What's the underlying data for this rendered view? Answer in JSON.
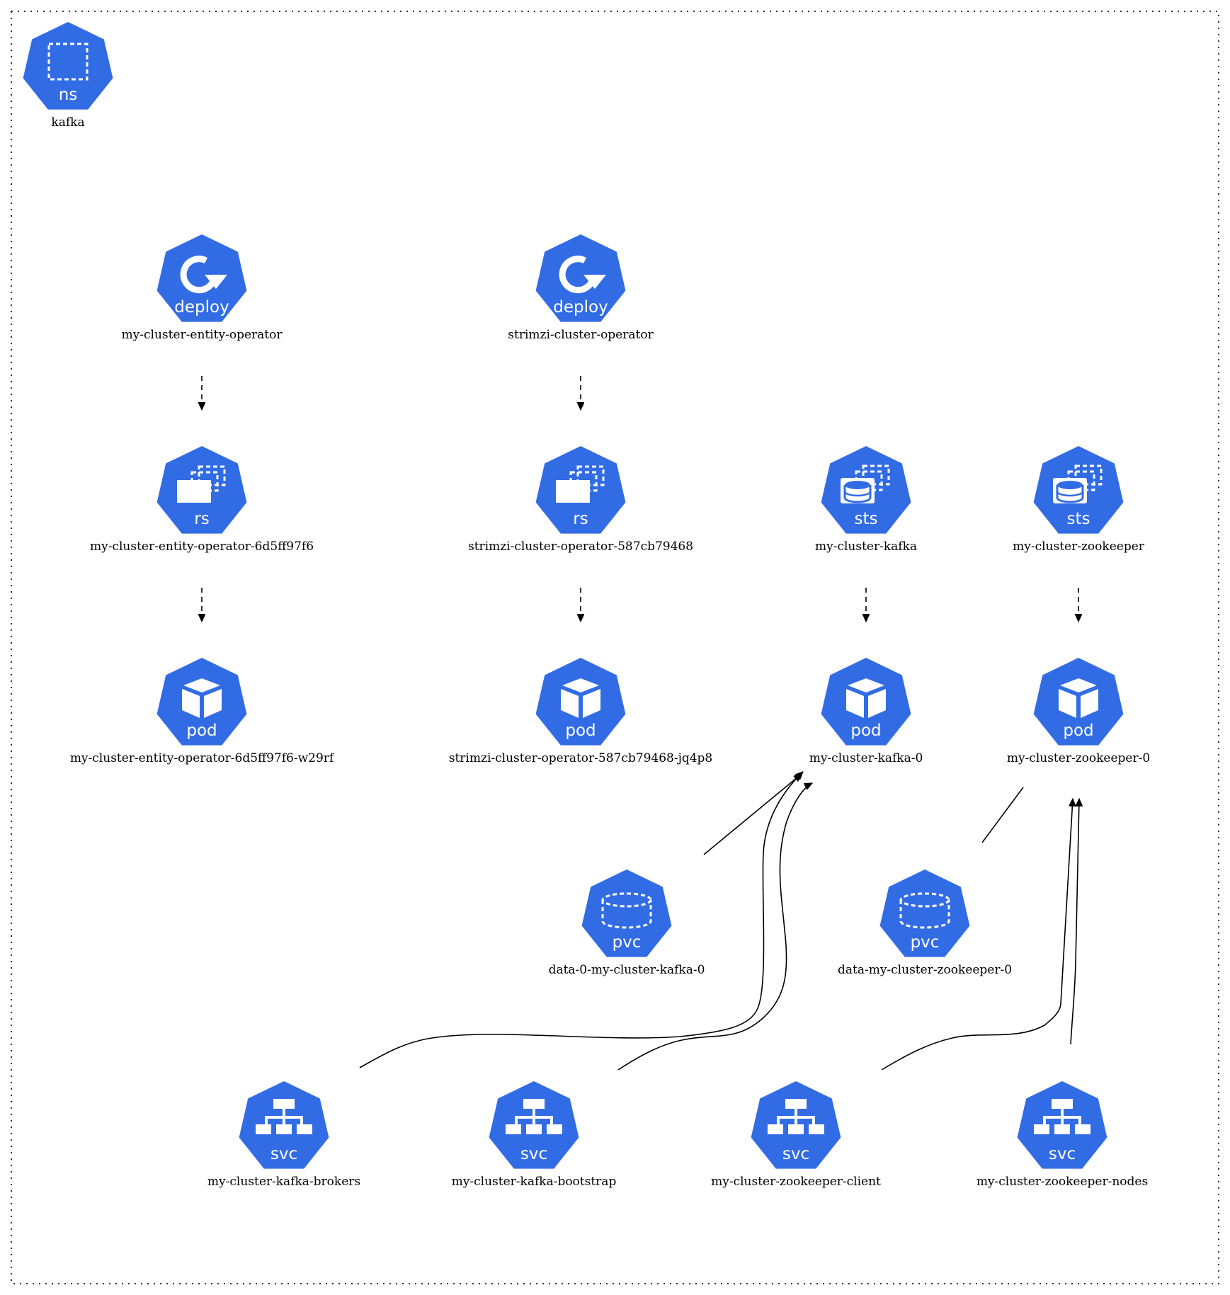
{
  "namespace": {
    "kind": "ns",
    "name": "kafka"
  },
  "nodes": [
    {
      "id": "deploy-entity",
      "kind": "deploy",
      "icon": "deploy-icon",
      "name": "my-cluster-entity-operator"
    },
    {
      "id": "deploy-strimzi",
      "kind": "deploy",
      "icon": "deploy-icon",
      "name": "strimzi-cluster-operator"
    },
    {
      "id": "rs-entity",
      "kind": "rs",
      "icon": "replicaset-icon",
      "name": "my-cluster-entity-operator-6d5ff97f6"
    },
    {
      "id": "rs-strimzi",
      "kind": "rs",
      "icon": "replicaset-icon",
      "name": "strimzi-cluster-operator-587cb79468"
    },
    {
      "id": "sts-kafka",
      "kind": "sts",
      "icon": "statefulset-icon",
      "name": "my-cluster-kafka"
    },
    {
      "id": "sts-zk",
      "kind": "sts",
      "icon": "statefulset-icon",
      "name": "my-cluster-zookeeper"
    },
    {
      "id": "pod-entity",
      "kind": "pod",
      "icon": "pod-icon",
      "name": "my-cluster-entity-operator-6d5ff97f6-w29rf"
    },
    {
      "id": "pod-strimzi",
      "kind": "pod",
      "icon": "pod-icon",
      "name": "strimzi-cluster-operator-587cb79468-jq4p8"
    },
    {
      "id": "pod-kafka",
      "kind": "pod",
      "icon": "pod-icon",
      "name": "my-cluster-kafka-0"
    },
    {
      "id": "pod-zk",
      "kind": "pod",
      "icon": "pod-icon",
      "name": "my-cluster-zookeeper-0"
    },
    {
      "id": "pvc-kafka",
      "kind": "pvc",
      "icon": "pvc-icon",
      "name": "data-0-my-cluster-kafka-0"
    },
    {
      "id": "pvc-zk",
      "kind": "pvc",
      "icon": "pvc-icon",
      "name": "data-my-cluster-zookeeper-0"
    },
    {
      "id": "svc-brokers",
      "kind": "svc",
      "icon": "service-icon",
      "name": "my-cluster-kafka-brokers"
    },
    {
      "id": "svc-bootstrap",
      "kind": "svc",
      "icon": "service-icon",
      "name": "my-cluster-kafka-bootstrap"
    },
    {
      "id": "svc-zk-client",
      "kind": "svc",
      "icon": "service-icon",
      "name": "my-cluster-zookeeper-client"
    },
    {
      "id": "svc-zk-nodes",
      "kind": "svc",
      "icon": "service-icon",
      "name": "my-cluster-zookeeper-nodes"
    }
  ],
  "edges": [
    {
      "from": "deploy-entity",
      "to": "rs-entity",
      "style": "dashed"
    },
    {
      "from": "deploy-strimzi",
      "to": "rs-strimzi",
      "style": "dashed"
    },
    {
      "from": "rs-entity",
      "to": "pod-entity",
      "style": "dashed"
    },
    {
      "from": "rs-strimzi",
      "to": "pod-strimzi",
      "style": "dashed"
    },
    {
      "from": "sts-kafka",
      "to": "pod-kafka",
      "style": "dashed"
    },
    {
      "from": "sts-zk",
      "to": "pod-zk",
      "style": "dashed"
    },
    {
      "from": "pvc-kafka",
      "to": "pod-kafka",
      "style": "solid"
    },
    {
      "from": "pvc-zk",
      "to": "pod-zk",
      "style": "solid"
    },
    {
      "from": "svc-brokers",
      "to": "pod-kafka",
      "style": "solid"
    },
    {
      "from": "svc-bootstrap",
      "to": "pod-kafka",
      "style": "solid"
    },
    {
      "from": "svc-zk-client",
      "to": "pod-zk",
      "style": "solid"
    },
    {
      "from": "svc-zk-nodes",
      "to": "pod-zk",
      "style": "solid"
    }
  ]
}
